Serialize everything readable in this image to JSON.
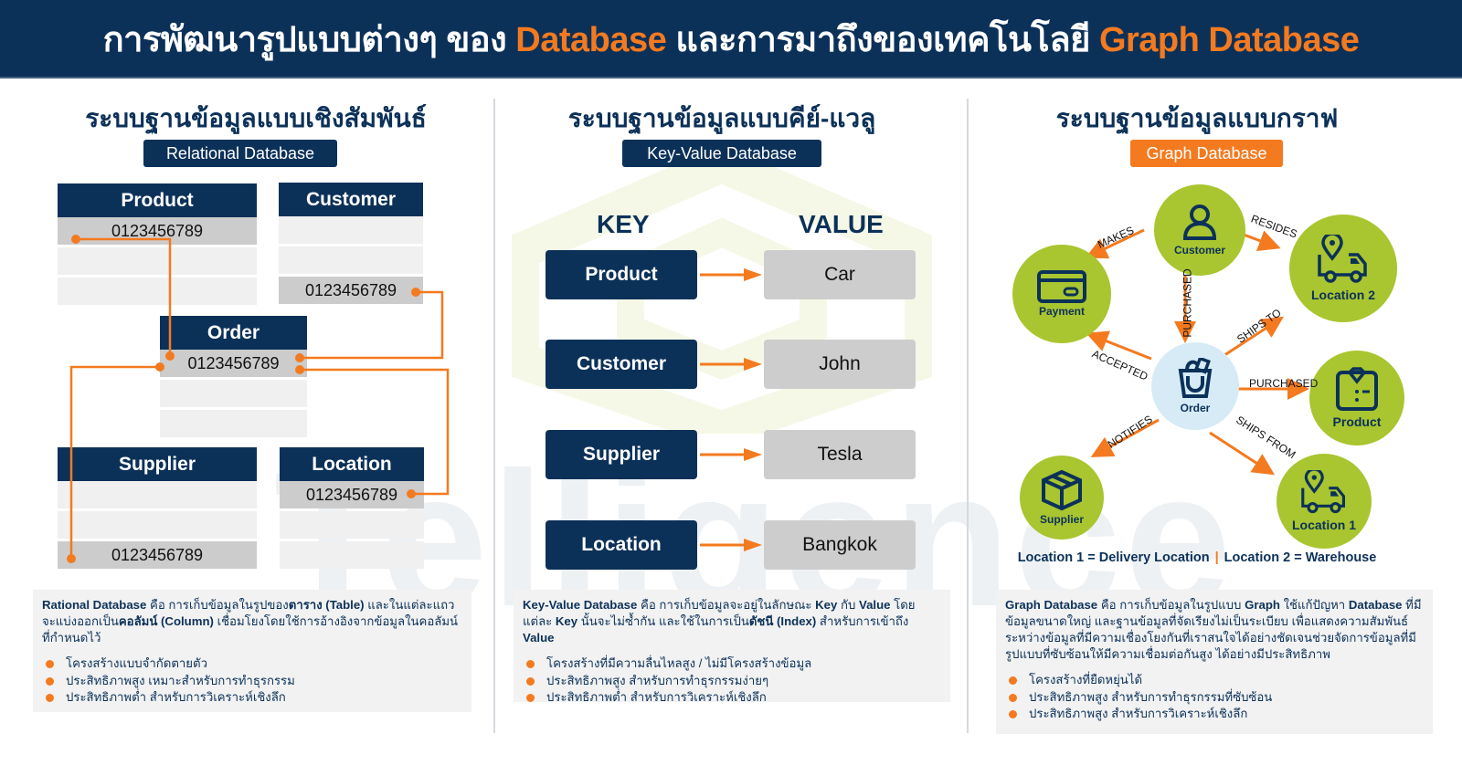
{
  "header": {
    "title_part1": "การพัฒนารูปแบบต่างๆ ของ ",
    "title_highlight1": "Database",
    "title_part2": " และการมาถึงของเทคโนโลยี ",
    "title_highlight2": "Graph Database"
  },
  "watermark": "Telligence",
  "colors": {
    "navy": "#0c3159",
    "orange": "#f47a1f",
    "lime": "#a9c52f",
    "light_blue": "#d6ebf6",
    "key_gray": "#cccccc",
    "row_gray": "#f0f0f0"
  },
  "relational": {
    "title": "ระบบฐานข้อมูลแบบเชิงสัมพันธ์",
    "subtitle": "Relational Database",
    "tables": [
      {
        "name": "Product",
        "rows": [
          "0123456789",
          "",
          ""
        ]
      },
      {
        "name": "Customer",
        "rows": [
          "",
          "",
          "0123456789"
        ]
      },
      {
        "name": "Order",
        "rows": [
          "0123456789",
          "",
          ""
        ]
      },
      {
        "name": "Supplier",
        "rows": [
          "",
          "",
          "0123456789"
        ]
      },
      {
        "name": "Location",
        "rows": [
          "0123456789",
          "",
          ""
        ]
      }
    ],
    "description": {
      "term": "Rational Database",
      "text_a": "  คือ  การเก็บข้อมูลในรูปของ",
      "b1": "ตาราง (Table)",
      "text_b": "  และในแต่ละแถวจะแบ่งออกเป็น",
      "b2": "คอลัมน์ (Column)",
      "text_c": " เชื่อมโยงโดยใช้การอ้างอิงจากข้อมูลในคอลัมน์ที่กำหนดไว้"
    },
    "bullets": [
      "โครงสร้างแบบจำกัดตายตัว",
      "ประสิทธิภาพสูง เหมาะสำหรับการทำธุรกรรม",
      "ประสิทธิภาพต่ำ สำหรับการวิเคราะห์เชิงลึก"
    ]
  },
  "keyvalue": {
    "title": "ระบบฐานข้อมูลแบบคีย์-แวลู",
    "subtitle": "Key-Value Database",
    "key_header": "KEY",
    "value_header": "VALUE",
    "pairs": [
      {
        "key": "Product",
        "value": "Car"
      },
      {
        "key": "Customer",
        "value": "John"
      },
      {
        "key": "Supplier",
        "value": "Tesla"
      },
      {
        "key": "Location",
        "value": "Bangkok"
      }
    ],
    "description": {
      "term": "Key-Value Database",
      "text_a": "  คือ การเก็บข้อมูลจะอยู่ในลักษณะ ",
      "b1": "Key",
      "text_b": " กับ ",
      "b2": "Value",
      "text_c": " โดยแต่ละ ",
      "b3": "Key",
      "text_d": " นั้นจะไม่ซ้ำกัน และใช้ในการเป็น",
      "b4": "ดัชนี (Index)",
      "text_e": " สำหรับการเข้าถึง ",
      "b5": "Value"
    },
    "bullets": [
      "โครงสร้างที่มีความลื่นไหลสูง / ไม่มีโครงสร้างข้อมูล",
      "ประสิทธิภาพสูง สำหรับการทำธุรกรรมง่ายๆ",
      "ประสิทธิภาพต่ำ สำหรับการวิเคราะห์เชิงลึก"
    ]
  },
  "graph": {
    "title": "ระบบฐานข้อมูลแบบกราฟ",
    "subtitle": "Graph Database",
    "nodes": {
      "customer": "Customer",
      "payment": "Payment",
      "location2": "Location 2",
      "order": "Order",
      "product": "Product",
      "supplier": "Supplier",
      "location1": "Location 1"
    },
    "edges": {
      "makes": "MAKES",
      "resides": "RESIDES",
      "purchased_v": "PURCHASED",
      "ships_to": "SHIPS TO",
      "accepted": "ACCEPTED",
      "purchased_h": "PURCHASED",
      "notifies": "NOTIFIES",
      "ships_from": "SHIPS FROM"
    },
    "legend_1": "Location 1 = Delivery Location",
    "legend_sep": "|",
    "legend_2": "Location 2 = Warehouse",
    "description": {
      "term": "Graph Database",
      "text_a": "  คือ การเก็บข้อมูลในรูปแบบ ",
      "b1": "Graph",
      "text_b": " ใช้แก้ปัญหา ",
      "b2": "Database",
      "text_c": " ที่มีข้อมูลขนาดใหญ่   และฐานข้อมูลที่จัดเรียงไม่เป็นระเบียบ   เพื่อแสดงความสัมพันธ์ระหว่างข้อมูลที่มีความเชื่องโยงกันที่เราสนใจได้อย่างชัดเจนช่วยจัดการข้อมูลที่มีรูปแบบที่ซับซ้อนให้มีความเชื่อมต่อกันสูง ได้อย่างมีประสิทธิภาพ"
    },
    "bullets": [
      "โครงสร้างที่ยืดหยุ่นได้",
      "ประสิทธิภาพสูง สำหรับการทำธุรกรรมที่ซับซ้อน",
      "ประสิทธิภาพสูง สำหรับการวิเคราะห์เชิงลึก"
    ]
  }
}
